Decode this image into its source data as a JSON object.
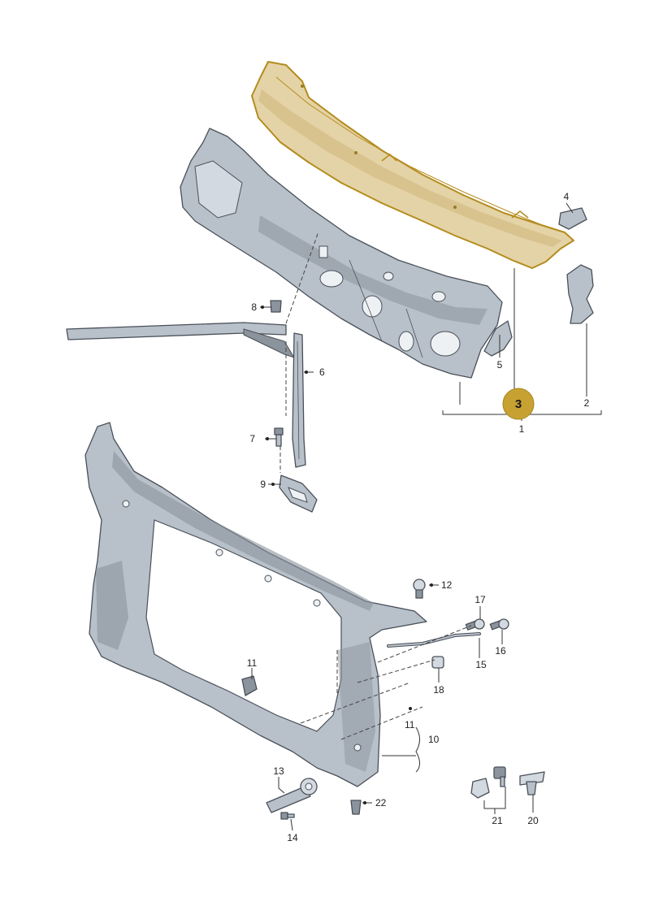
{
  "diagram": {
    "highlight_color": "#c7a232",
    "highlight_badge": "3",
    "callouts": {
      "c1": "1",
      "c2": "2",
      "c4": "4",
      "c5": "5",
      "c6": "6",
      "c7": "7",
      "c8": "8",
      "c9": "9",
      "c10": "10",
      "c11a": "11",
      "c11b": "11",
      "c12": "12",
      "c13": "13",
      "c14": "14",
      "c15": "15",
      "c16": "16",
      "c17": "17",
      "c18": "18",
      "c20": "20",
      "c21": "21",
      "c22": "22"
    }
  }
}
